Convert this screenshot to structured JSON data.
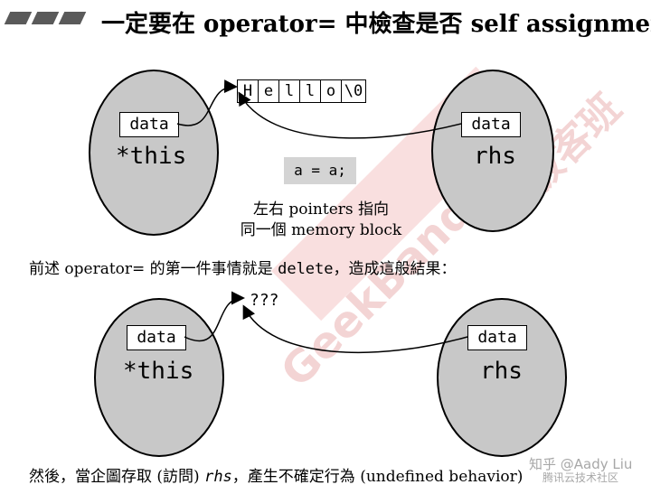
{
  "title": "一定要在 operator= 中檢查是否 self assignment",
  "top_diagram": {
    "left_box": "data",
    "left_label": "*this",
    "right_box": "data",
    "right_label": "rhs",
    "string_chars": [
      "H",
      "e",
      "l",
      "l",
      "o",
      "\\0"
    ],
    "code": "a = a;",
    "caption_line1": "左右 pointers 指向",
    "caption_line2": "同一個 memory block"
  },
  "middle_text": {
    "part1": "前述 operator= 的第一件事情就是 ",
    "code": "delete",
    "part2": "，造成這般結果："
  },
  "bottom_diagram": {
    "left_box": "data",
    "left_label": "*this",
    "right_box": "data",
    "right_label": "rhs",
    "unknown": "???"
  },
  "bottom_text": {
    "part1": "然後，當企圖存取 (訪問) ",
    "code": "rhs",
    "part2": "，產生不確定行為 (undefined behavior)"
  },
  "watermark": {
    "band_text": "GeekBand",
    "cn_text": "极客班",
    "zhihu": "知乎 @Aady Liu",
    "community": "腾讯云技术社区"
  }
}
